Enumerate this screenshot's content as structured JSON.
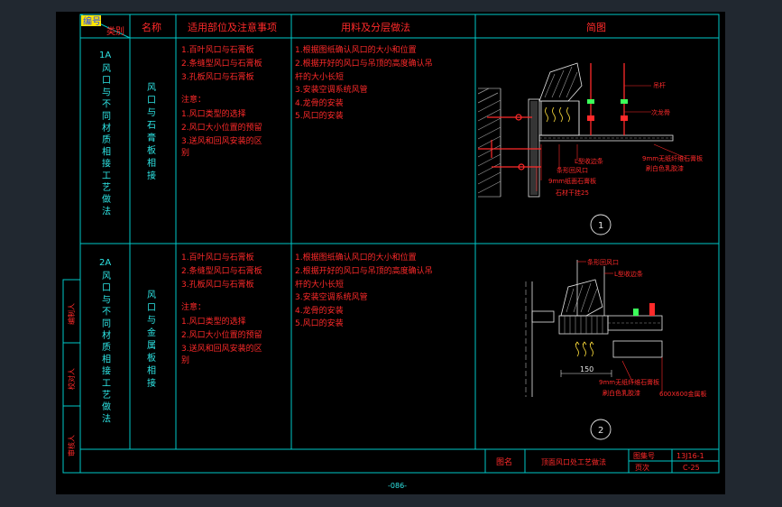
{
  "colors": {
    "background": "#212830",
    "sheet": "#000000",
    "frame": "#00c8c8",
    "text_red": "#ff2a2a",
    "text_cyan": "#2ee6e6",
    "lines_white": "#e6e6e6",
    "lines_magenta": "#ff3cff",
    "lines_green": "#3cff5a",
    "lines_yellow": "#ffdf3c",
    "hatch_gray": "#9a9a9a"
  },
  "header": {
    "code_label": "编号",
    "category_label": "类别",
    "name_label": "名称",
    "scope_label": "适用部位及注意事项",
    "materials_label": "用料及分层做法",
    "diagram_label": "简图"
  },
  "rows": [
    {
      "code": "1A",
      "category_chars": [
        "风",
        "口",
        "与",
        "不",
        "同",
        "材",
        "质",
        "相",
        "接",
        "工",
        "艺",
        "做",
        "法"
      ],
      "name_chars": [
        "风",
        "口",
        "与",
        "石",
        "膏",
        "板",
        "相",
        "接"
      ],
      "scope": [
        "1.百叶风口与石膏板",
        "2.条缝型风口与石膏板",
        "3.孔板风口与石膏板",
        "注意：",
        "1.风口类型的选择",
        "2.风口大小位置的预留",
        "3.送风和回风安装的区",
        "别"
      ],
      "materials": [
        "1.根据图纸确认风口的大小和位置",
        "2.根据开好的风口与吊顶的高度确认吊",
        "杆的大小长短",
        "3.安装空调系统风管",
        "4.龙骨的安装",
        "5.风口的安装"
      ],
      "diagram": {
        "number": "1",
        "labels": [
          "吊杆",
          "次龙骨",
          "L型收边条",
          "条形回风口",
          "9mm纸面石膏板",
          "石材干挂25",
          "9mm无纸纤维石膏板",
          "刷白色乳胶漆"
        ]
      }
    },
    {
      "code": "2A",
      "category_chars": [
        "风",
        "口",
        "与",
        "不",
        "同",
        "材",
        "质",
        "相",
        "接",
        "工",
        "艺",
        "做",
        "法"
      ],
      "name_chars": [
        "风",
        "口",
        "与",
        "金",
        "属",
        "板",
        "相",
        "接"
      ],
      "scope": [
        "1.百叶风口与石膏板",
        "2.条缝型风口与石膏板",
        "3.孔板风口与石膏板",
        "注意：",
        "1.风口类型的选择",
        "2.风口大小位置的预留",
        "3.送风和回风安装的区",
        "别"
      ],
      "materials": [
        "1.根据图纸确认风口的大小和位置",
        "2.根据开好的风口与吊顶的高度确认吊",
        "杆的大小长短",
        "3.安装空调系统风管",
        "4.龙骨的安装",
        "5.风口的安装"
      ],
      "diagram": {
        "number": "2",
        "dimension": "150",
        "labels": [
          "条形回风口",
          "L型收边条",
          "9mm无纸纤维石膏板",
          "刷白色乳胶漆",
          "600X600金属板"
        ]
      }
    }
  ],
  "side_labels": [
    "编制人",
    "校对人",
    "审核人"
  ],
  "title_block": {
    "name_label": "图名",
    "name_value": "顶面风口处工艺做法",
    "set_label": "图集号",
    "set_value": "13J16-1",
    "page_label": "页次",
    "page_value": "C-25"
  },
  "page_number": "-086-"
}
